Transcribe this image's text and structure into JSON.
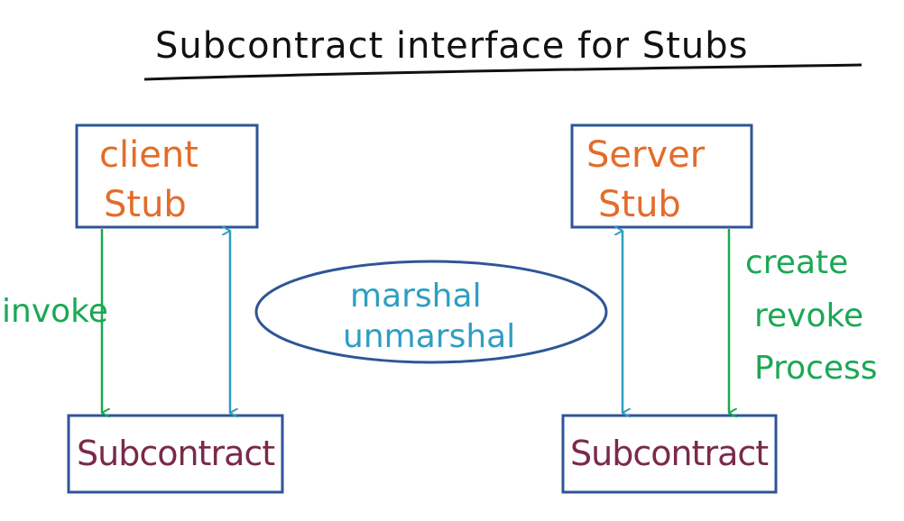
{
  "title": "Subcontract interface for Stubs",
  "client_stub": {
    "line1": "client",
    "line2": "Stub"
  },
  "server_stub": {
    "line1": "Server",
    "line2": "Stub"
  },
  "subcontract_left": "Subcontract",
  "subcontract_right": "Subcontract",
  "left_label": "invoke",
  "center_ellipse": {
    "line1": "marshal",
    "line2": "unmarshal"
  },
  "right_labels": {
    "line1": "create",
    "line2": "revoke",
    "line3": "Process"
  },
  "colors": {
    "title": "#111111",
    "box_border": "#2f5597",
    "stub_text": "#e46c2a",
    "subcontract_text": "#7a2a4a",
    "green": "#1aa855",
    "blue": "#2e9ec2"
  }
}
